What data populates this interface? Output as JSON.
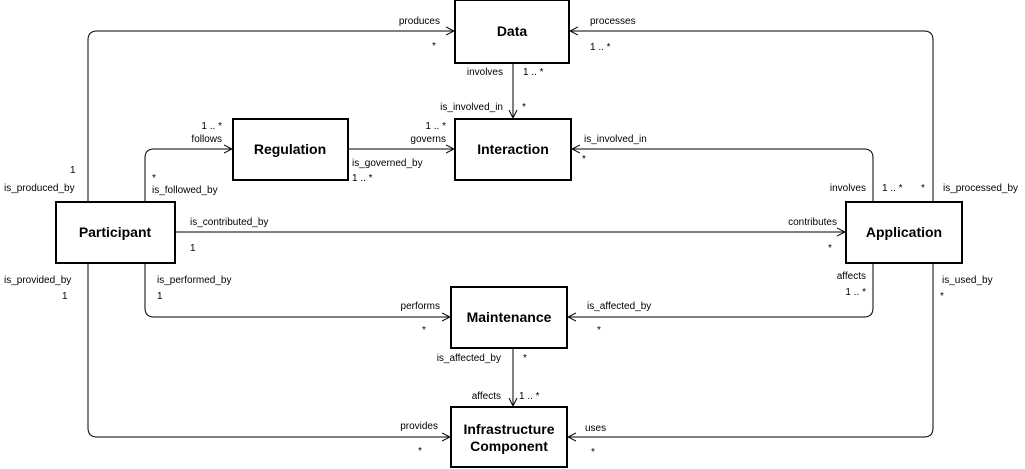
{
  "entities": {
    "data": "Data",
    "regulation": "Regulation",
    "interaction": "Interaction",
    "participant": "Participant",
    "application": "Application",
    "maintenance": "Maintenance",
    "infrastructure_line1": "Infrastructure",
    "infrastructure_line2": "Component"
  },
  "relations": {
    "participant_data": {
      "forward": "produces",
      "forward_card": "*",
      "reverse": "is_produced_by",
      "reverse_card": "1"
    },
    "application_data": {
      "forward": "processes",
      "forward_card": "1 .. *",
      "reverse": "is_processed_by",
      "reverse_card": "*"
    },
    "data_interaction": {
      "forward": "involves",
      "forward_card": "1 .. *",
      "reverse": "is_involved_in",
      "reverse_card": "*"
    },
    "participant_regulation": {
      "forward": "follows",
      "forward_card": "1 .. *",
      "reverse": "is_followed_by",
      "reverse_card": "*"
    },
    "regulation_interaction": {
      "forward": "governs",
      "forward_card": "1 .. *",
      "reverse": "is_governed_by",
      "reverse_card": "1 .. *"
    },
    "application_interaction": {
      "forward": "involves",
      "forward_card": "1 .. *",
      "reverse": "is_involved_in",
      "reverse_card": "*"
    },
    "participant_application": {
      "forward": "contributes",
      "forward_card": "*",
      "reverse": "is_contributed_by",
      "reverse_card": "1"
    },
    "participant_maintenance": {
      "forward": "performs",
      "forward_card": "*",
      "reverse": "is_performed_by",
      "reverse_card": "1"
    },
    "application_maintenance": {
      "forward": "affects",
      "forward_card": "1 .. *",
      "reverse": "is_affected_by",
      "reverse_card": "*"
    },
    "maintenance_infrastructure": {
      "forward": "affects",
      "forward_card": "1 .. *",
      "reverse": "is_affected_by",
      "reverse_card": "*"
    },
    "participant_infrastructure": {
      "forward": "provides",
      "forward_card": "*",
      "reverse": "is_provided_by",
      "reverse_card": "1"
    },
    "application_infrastructure": {
      "forward": "uses",
      "forward_card": "*",
      "reverse": "is_used_by",
      "reverse_card": "*"
    }
  }
}
